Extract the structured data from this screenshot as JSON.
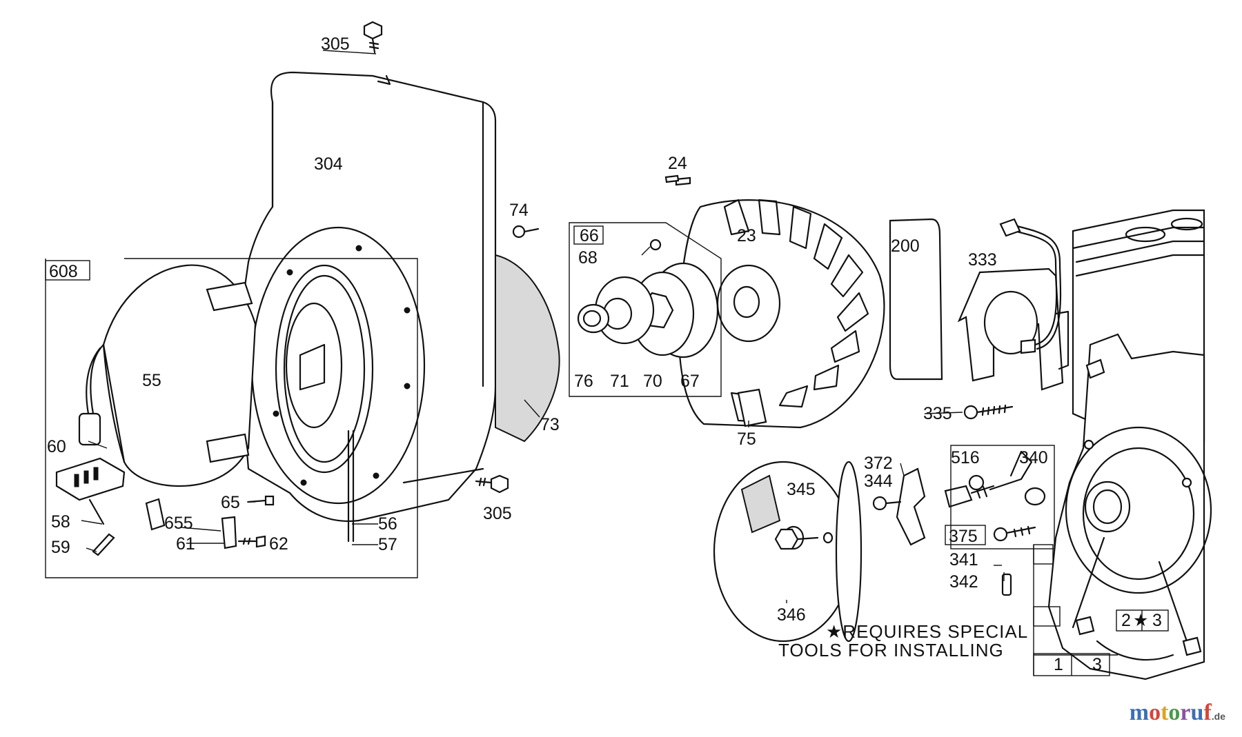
{
  "labels": {
    "l305a": "305",
    "l304": "304",
    "l608": "608",
    "l55": "55",
    "l60": "60",
    "l58": "58",
    "l59": "59",
    "l655": "655",
    "l61": "61",
    "l62": "62",
    "l65": "65",
    "l56": "56",
    "l57": "57",
    "l305b": "305",
    "l73": "73",
    "l74": "74",
    "l66": "66",
    "l68": "68",
    "l76": "76",
    "l71": "71",
    "l70": "70",
    "l67": "67",
    "l24": "24",
    "l23": "23",
    "l75": "75",
    "l200": "200",
    "l333": "333",
    "l335": "335",
    "l345": "345",
    "l346": "346",
    "l372": "372",
    "l344": "344",
    "l516": "516",
    "l340": "340",
    "l375": "375",
    "l341": "341",
    "l342": "342",
    "l2": "2",
    "l3a": "3",
    "l1": "1",
    "l3b": "3"
  },
  "note": {
    "line1": "★REQUIRES SPECIAL",
    "line2": "TOOLS FOR INSTALLING"
  },
  "brand": {
    "text": "motoruf",
    "tld": ".de"
  },
  "icons": {
    "star": "star-icon"
  }
}
